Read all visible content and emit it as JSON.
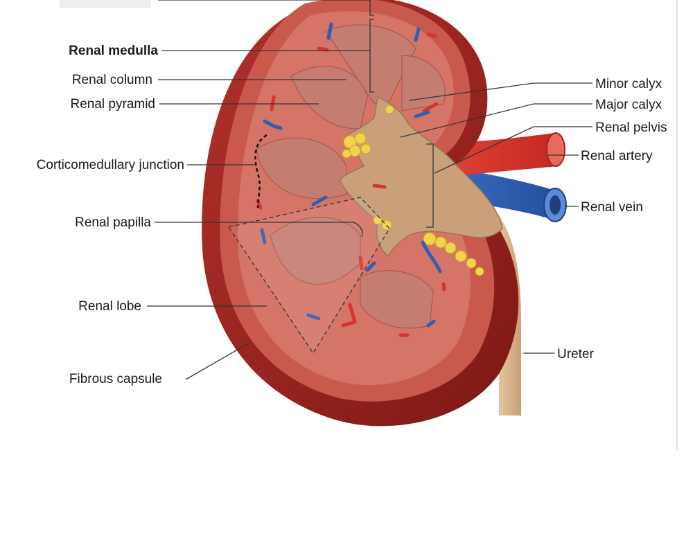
{
  "colors": {
    "cortex": "#c9594c",
    "capsule": "#9e2420",
    "pyramid": "#c7857a",
    "sinus": "#c9a07a",
    "fat": "#f3d34a",
    "artery": "#d7352b",
    "vein": "#2e5fb5",
    "ureter": "#d8b58c"
  },
  "labels": {
    "renal_medulla": "Renal medulla",
    "renal_column": "Renal column",
    "renal_pyramid": "Renal pyramid",
    "corticomedullary_junction": "Corticomedullary junction",
    "renal_papilla": "Renal papilla",
    "renal_lobe": "Renal lobe",
    "fibrous_capsule": "Fibrous capsule",
    "minor_calyx": "Minor calyx",
    "major_calyx": "Major calyx",
    "renal_pelvis": "Renal pelvis",
    "renal_artery": "Renal artery",
    "renal_vein": "Renal vein",
    "ureter": "Ureter"
  }
}
